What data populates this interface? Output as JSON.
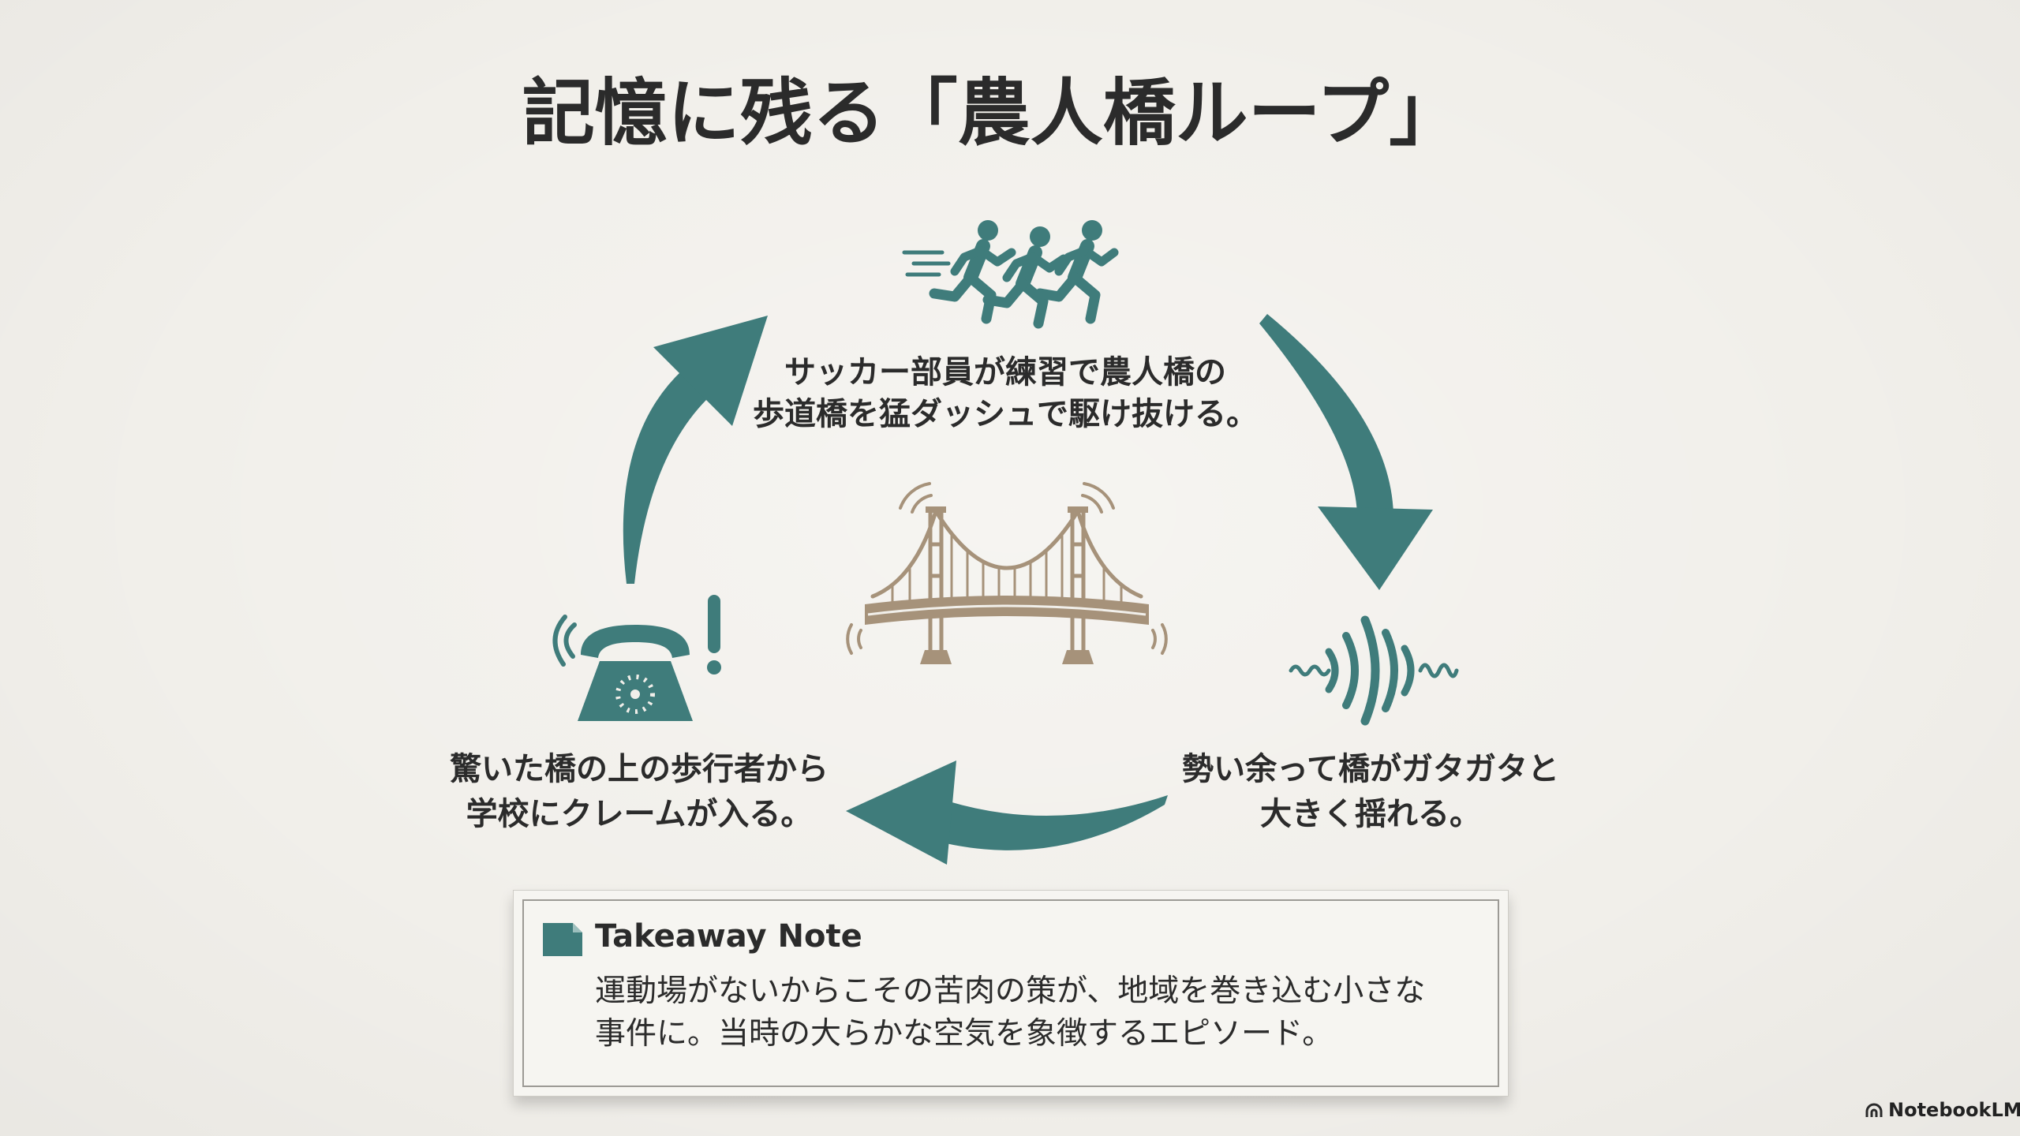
{
  "slide": {
    "title": "記憶に残る「農人橋ループ」",
    "cycle": {
      "steps": [
        {
          "icon": "runners-icon",
          "lines": [
            "サッカー部員が練習で農人橋の",
            "歩道橋を猛ダッシュで駆け抜ける。"
          ]
        },
        {
          "icon": "vibration-wave-icon",
          "lines": [
            "勢い余って橋がガタガタと",
            "大きく揺れる。"
          ]
        },
        {
          "icon": "ringing-telephone-icon",
          "lines": [
            "驚いた橋の上の歩行者から",
            "学校にクレームが入る。"
          ]
        }
      ],
      "center_icon": "shaking-bridge-icon",
      "arrow_icon": "curved-arrow-icon"
    },
    "note": {
      "icon": "note-icon",
      "heading": "Takeaway Note",
      "lines": [
        "運動場がないからこその苦肉の策が、地域を巻き込む小さな",
        "事件に。当時の大らかな空気を象徴するエピソード。"
      ]
    }
  },
  "branding": {
    "icon": "notebooklm-logo-icon",
    "label": "NotebookLM"
  },
  "colors": {
    "background": "#f1efea",
    "accent": "#3f7c7b",
    "bridge": "#a6927a",
    "text": "#2b2b2b",
    "note_background": "#f6f5f1",
    "note_border": "#9c9a95"
  }
}
